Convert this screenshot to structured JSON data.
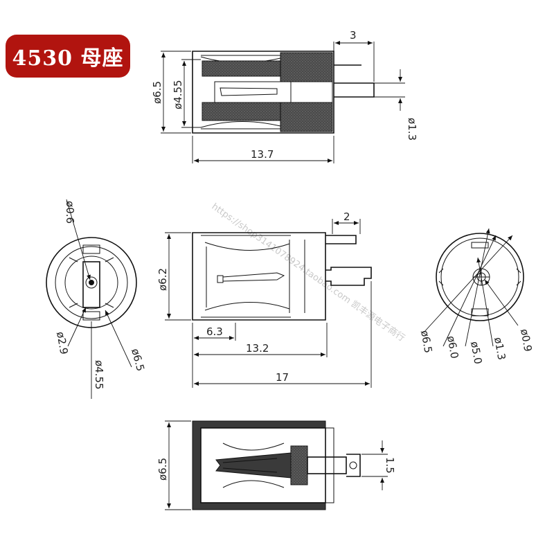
{
  "title_badge": {
    "label": "4530 母座",
    "color": "#b1140f"
  },
  "watermark": {
    "text": "https://shop3141078924.taobao.com 凯丰源电子商行"
  },
  "view_top": {
    "dim_pin_offset": "3",
    "dim_outer_dia": "ø6.5",
    "dim_inner_dia": "ø4.55",
    "dim_pin_dia": "ø1.3",
    "dim_length": "13.7"
  },
  "view_front": {
    "dim_pin_dia": "ø0.6",
    "dim_hole_dia": "ø2.9",
    "dim_inner_dia": "ø4.55",
    "dim_outer_dia": "ø6.5"
  },
  "view_side": {
    "dim_pin_offset": "2",
    "dim_body_dia": "ø6.2",
    "dim_depth": "6.3",
    "dim_body_length": "13.2",
    "dim_total_length": "17"
  },
  "view_rear": {
    "dim_outer_dia": "ø6.5",
    "dim_mid_dia": "ø6.0",
    "dim_inner_dia": "ø5.0",
    "dim_pin_dia": "ø1.3",
    "dim_small_dia": "ø0.9"
  },
  "view_bottom": {
    "dim_outer_dia": "ø6.5",
    "dim_pin_width": "1.5"
  }
}
